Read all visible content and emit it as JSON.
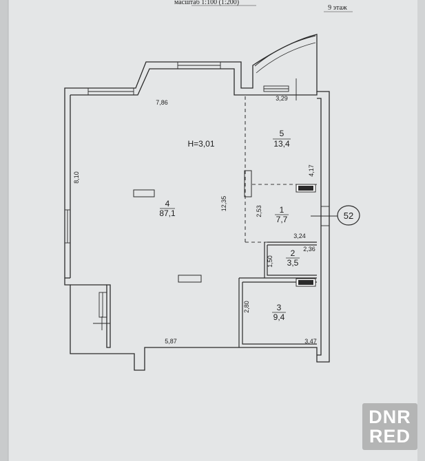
{
  "header": {
    "scale_text": "масштаб 1:100 (1:200)",
    "floor": "9 этаж"
  },
  "plan": {
    "ceiling_height": "H=3,01",
    "apartment_number": "52",
    "rooms": [
      {
        "number": "4",
        "area": "87,1"
      },
      {
        "number": "5",
        "area": "13,4"
      },
      {
        "number": "1",
        "area": "7,7"
      },
      {
        "number": "2",
        "area": "3,5"
      },
      {
        "number": "3",
        "area": "9,4"
      }
    ],
    "dimensions": {
      "top_main": "7,86",
      "top_right": "3,29",
      "left": "8,10",
      "middle_vertical": "12,35",
      "room5_right": "4,17",
      "room1_left": "2,53",
      "room1_bottom": "3,24",
      "room2_right": "2,36",
      "room2_left": "1,50",
      "room3_left": "2,80",
      "bottom_main": "5,87",
      "bottom_right": "3,47"
    }
  },
  "watermark": {
    "line1": "DNR",
    "line2": "RED"
  }
}
